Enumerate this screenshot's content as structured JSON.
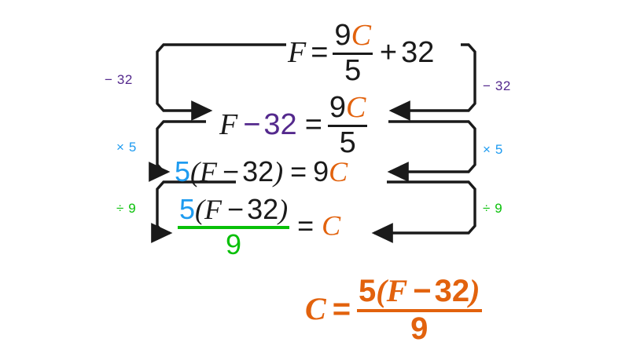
{
  "meta": {
    "title": "Rearranging F = 9C/5 + 32 to solve for C",
    "background": "#ffffff"
  },
  "colors": {
    "black": "#1a1a1a",
    "orange": "#e2620d",
    "blue": "#1e9bf0",
    "purple": "#54298d",
    "green": "#08c008"
  },
  "equations": {
    "row1": {
      "lhs": "F",
      "relation": "=",
      "numerator_coefficient": "9",
      "numerator_variable": "C",
      "denominator": "5",
      "plus": "+",
      "addend": "32"
    },
    "row2": {
      "lhs_variable": "F",
      "lhs_minus": "−",
      "lhs_number": "32",
      "relation": "=",
      "numerator_coefficient": "9",
      "numerator_variable": "C",
      "denominator": "5"
    },
    "row3": {
      "coefficient": "5",
      "open_paren": "(",
      "variable": "F",
      "minus": "−",
      "number": "32",
      "close_paren": ")",
      "relation": "=",
      "rhs_coefficient": "9",
      "rhs_variable": "C"
    },
    "row4": {
      "numerator_coefficient": "5",
      "open_paren": "(",
      "numerator_variable": "F",
      "minus": "−",
      "number": "32",
      "close_paren": ")",
      "denominator": "9",
      "relation": "=",
      "rhs_variable": "C"
    },
    "answer": {
      "lhs": "C",
      "relation": "=",
      "numerator_coefficient": "5",
      "open_paren": "(",
      "numerator_variable": "F",
      "minus": "−",
      "number": "32",
      "close_paren": ")",
      "denominator": "9"
    }
  },
  "steps": [
    {
      "id": "subtract-32",
      "label": "− 32",
      "color": "#54298d",
      "side": "both"
    },
    {
      "id": "multiply-5",
      "label": "× 5",
      "color": "#1e9bf0",
      "side": "both"
    },
    {
      "id": "divide-9",
      "label": "÷ 9",
      "color": "#08c008",
      "side": "both"
    }
  ],
  "step_labels": {
    "left_subtract": "− 32",
    "left_multiply": "× 5",
    "left_divide": "÷ 9",
    "right_subtract": "− 32",
    "right_multiply": "× 5",
    "right_divide": "÷ 9"
  }
}
